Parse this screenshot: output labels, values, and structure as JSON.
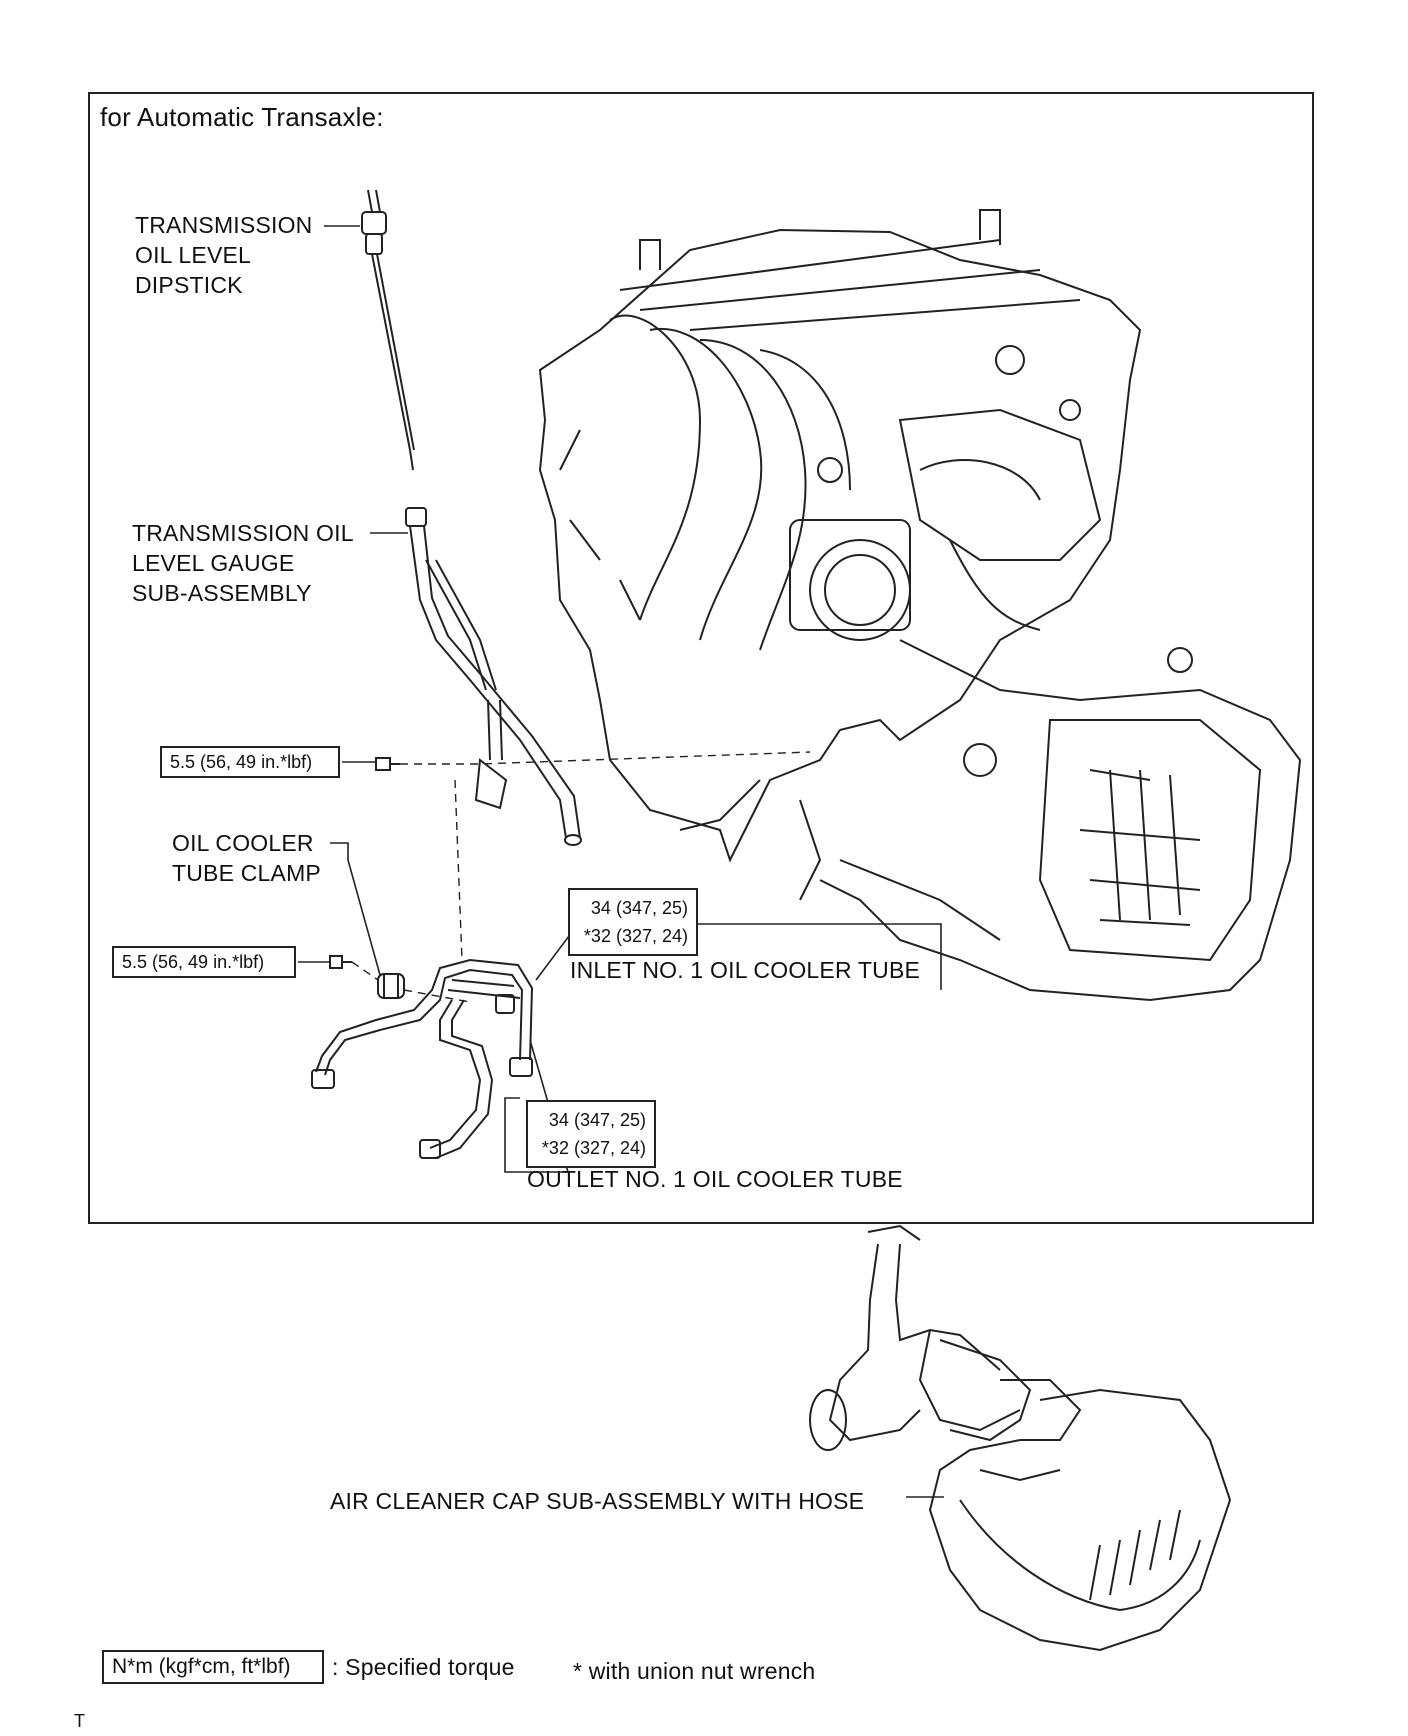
{
  "header": {
    "section_title": "for Automatic Transaxle:"
  },
  "parts": {
    "dipstick": {
      "line1": "TRANSMISSION",
      "line2": "OIL LEVEL",
      "line3": "DIPSTICK"
    },
    "gauge": {
      "line1": "TRANSMISSION OIL",
      "line2": "LEVEL GAUGE",
      "line3": "SUB-ASSEMBLY"
    },
    "clamp": {
      "line1": "OIL COOLER",
      "line2": "TUBE CLAMP"
    },
    "inlet_tube": "INLET NO. 1 OIL COOLER TUBE",
    "outlet_tube": "OUTLET NO. 1 OIL COOLER TUBE",
    "air_cleaner": "AIR CLEANER CAP SUB-ASSEMBLY WITH HOSE"
  },
  "torques": {
    "gauge_bolt": "5.5 (56, 49 in.*lbf)",
    "clamp_bolt": "5.5 (56, 49 in.*lbf)",
    "inlet": {
      "line1": "34 (347, 25)",
      "line2": "*32 (327, 24)"
    },
    "outlet": {
      "line1": "34 (347, 25)",
      "line2": "*32 (327, 24)"
    }
  },
  "legend": {
    "unit_box": "N*m (kgf*cm, ft*lbf)",
    "unit_text": ": Specified torque",
    "note": "* with union nut wrench"
  },
  "footer": {
    "mark": "T"
  }
}
